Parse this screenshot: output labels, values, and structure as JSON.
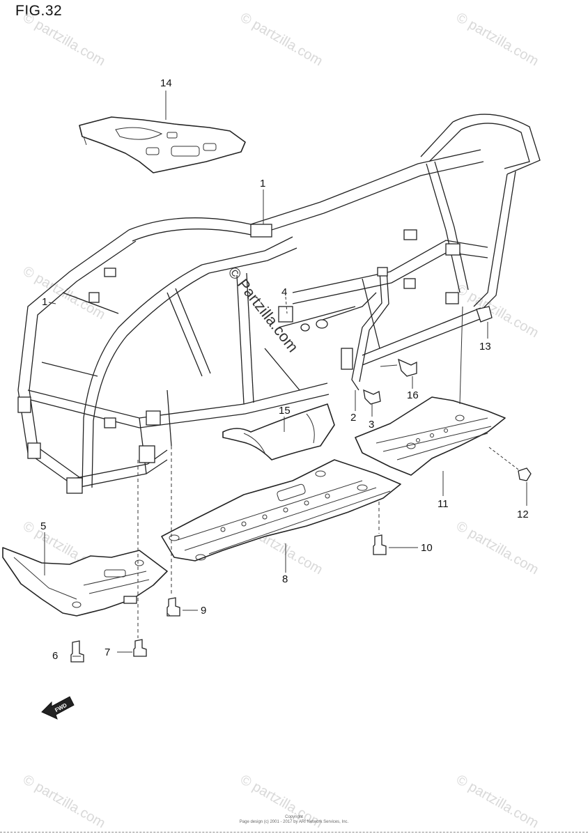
{
  "figure": {
    "title": "FIG.32"
  },
  "watermarks": {
    "text": "© partzilla.com",
    "center_text": "© Partzilla.com"
  },
  "callouts": {
    "c1": "1",
    "c2": "2",
    "c3": "3",
    "c4": "4",
    "c5": "5",
    "c6": "6",
    "c7": "7",
    "c8": "8",
    "c9": "9",
    "c10": "10",
    "c11": "11",
    "c12": "12",
    "c13": "13",
    "c14": "14",
    "c15": "15",
    "c16": "16"
  },
  "fwd_label": "FWD",
  "footer": {
    "line1": "Copyright",
    "line2": "Page design (c) 2001 - 2017 by ARI Network Services, Inc."
  }
}
